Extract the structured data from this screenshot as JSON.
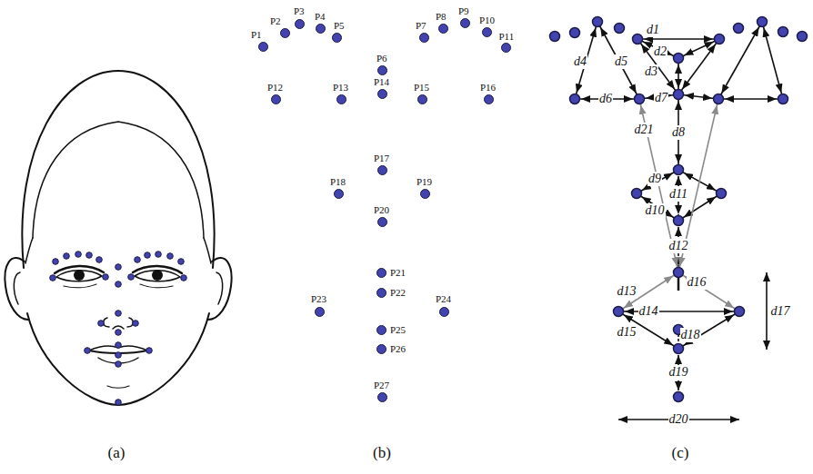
{
  "diagram": {
    "nodes": [
      {
        "text": [
          "P1"
        ]
      },
      {
        "text": [
          "P2"
        ]
      },
      {
        "text": [
          "P3"
        ]
      },
      {
        "text": [
          "P4"
        ]
      },
      {
        "text": [
          "P5"
        ]
      },
      {
        "text": [
          "P6"
        ]
      },
      {
        "text": [
          "P7"
        ]
      },
      {
        "text": [
          "P8"
        ]
      },
      {
        "text": [
          "P9"
        ]
      },
      {
        "text": [
          "P10"
        ]
      },
      {
        "text": [
          "P11"
        ]
      },
      {
        "text": [
          "P12"
        ]
      },
      {
        "text": [
          "P13"
        ]
      },
      {
        "text": [
          "P14"
        ]
      },
      {
        "text": [
          "P15"
        ]
      },
      {
        "text": [
          "P16"
        ]
      },
      {
        "text": [
          "P17"
        ]
      },
      {
        "text": [
          "P18"
        ]
      },
      {
        "text": [
          "P19"
        ]
      },
      {
        "text": [
          "P20"
        ]
      },
      {
        "text": [
          "P21"
        ]
      },
      {
        "text": [
          "P22"
        ]
      },
      {
        "text": [
          "P23"
        ]
      },
      {
        "text": [
          "P24"
        ]
      },
      {
        "text": [
          "P25"
        ]
      },
      {
        "text": [
          "P26"
        ]
      },
      {
        "text": [
          "P27"
        ]
      }
    ],
    "labels": [
      "(a)",
      "(b)",
      "(c)",
      "d1",
      "d2",
      "d3",
      "d4",
      "d5",
      "d6",
      "d7",
      "d8",
      "d9",
      "d10",
      "d11",
      "d12",
      "d13",
      "d14",
      "d15",
      "d16",
      "d17",
      "d18",
      "d19",
      "d20",
      "d21"
    ]
  }
}
